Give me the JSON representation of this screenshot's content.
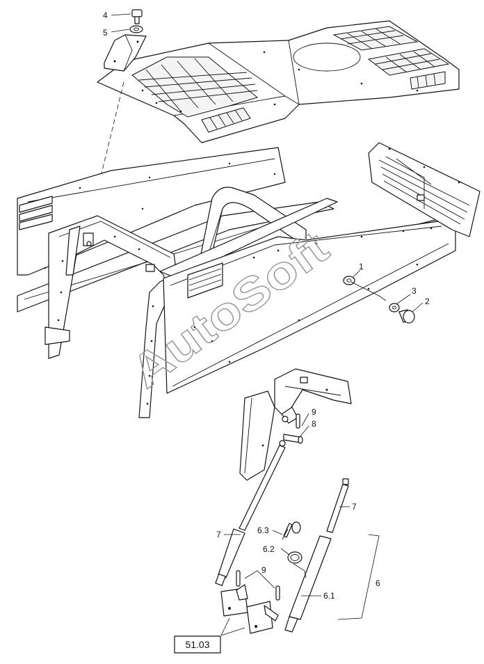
{
  "watermark": "AutoSoft",
  "reference_box": "51.03",
  "callouts": [
    "1",
    "2",
    "3",
    "4",
    "5",
    "6",
    "6.1",
    "6.2",
    "6.3",
    "7",
    "7",
    "8",
    "9",
    "9"
  ],
  "colors": {
    "line": "#111111",
    "watermark": "#9a9a9a",
    "background": "#ffffff"
  }
}
